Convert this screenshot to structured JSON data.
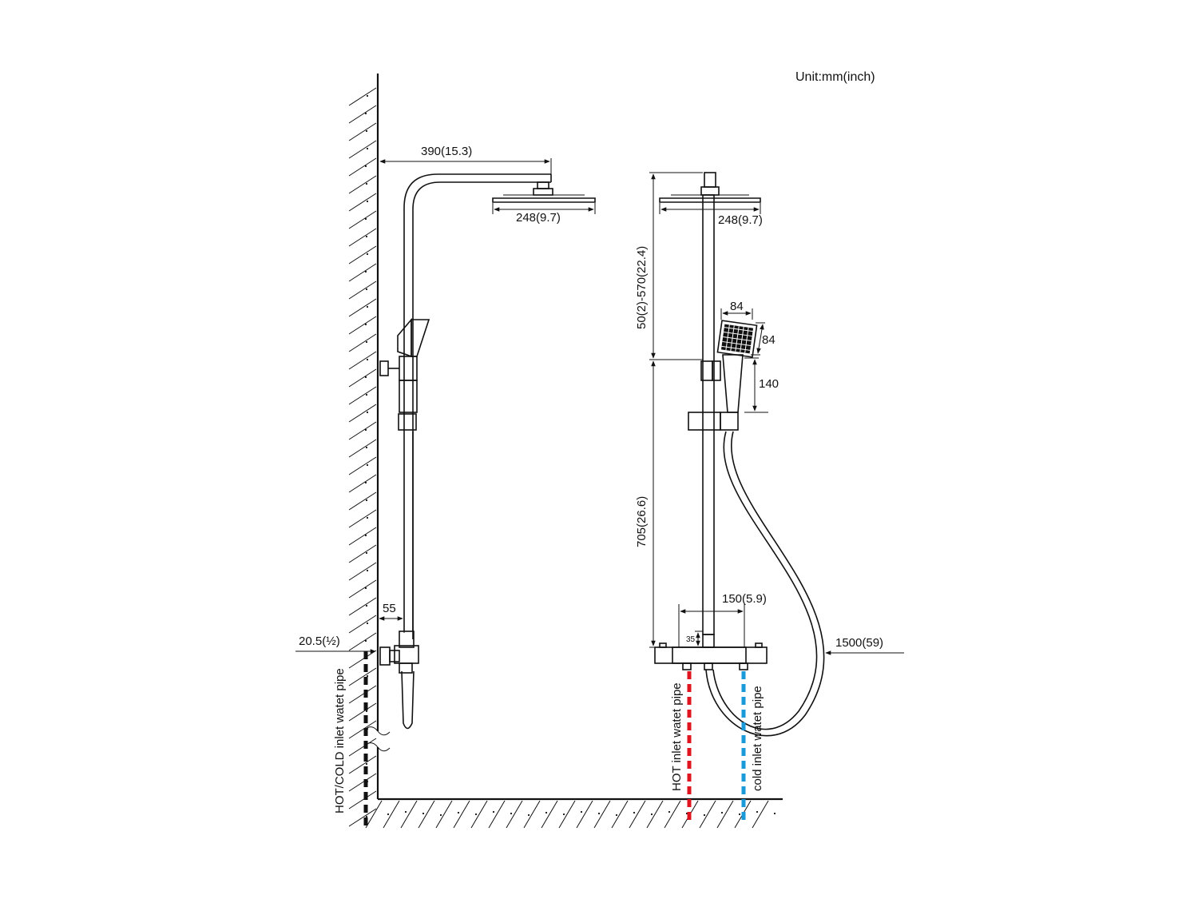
{
  "unit_label": "Unit:mm(inch)",
  "side_view": {
    "arm_length": "390(15.3)",
    "head_width": "248(9.7)",
    "wall_offset": "55",
    "inlet_size": "20.5(½)",
    "pipe_label": "HOT/COLD inlet watet pipe"
  },
  "front_view": {
    "head_width": "248(9.7)",
    "riser_adjust": "50(2)-570(22.4)",
    "handset_width": "84",
    "handset_height": "84",
    "handset_drop": "140",
    "rail_height": "705(26.6)",
    "inlet_spacing": "150(5.9)",
    "valve_offset": "35",
    "hose_length": "1500(59)",
    "hot_pipe_label": "HOT inlet watet pipe",
    "cold_pipe_label": "cold inlet watet pipe"
  },
  "colors": {
    "hot_pipe": "#e0141e",
    "cold_pipe": "#1a9ad9",
    "combined_pipe": "#111111"
  }
}
